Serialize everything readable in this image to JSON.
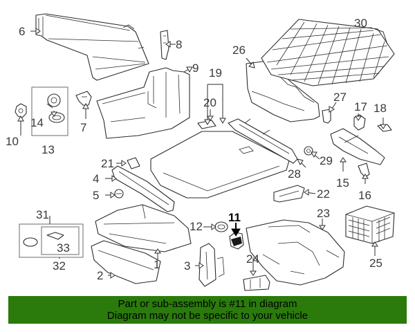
{
  "diagram": {
    "callouts": {
      "c1": "1",
      "c2": "2",
      "c3": "3",
      "c4": "4",
      "c5": "5",
      "c6": "6",
      "c7": "7",
      "c8": "8",
      "c9": "9",
      "c10": "10",
      "c11": "11",
      "c12": "12",
      "c13": "13",
      "c14": "14",
      "c15": "15",
      "c16": "16",
      "c17": "17",
      "c18": "18",
      "c19": "19",
      "c20": "20",
      "c21": "21",
      "c22": "22",
      "c23": "23",
      "c24": "24",
      "c25": "25",
      "c26": "26",
      "c27": "27",
      "c28": "28",
      "c29": "29",
      "c30": "30",
      "c31": "31",
      "c32": "32",
      "c33": "33"
    },
    "highlighted_part": "11",
    "highlight_color": "#000000"
  },
  "footer": {
    "line1": "Part or sub-assembly is #11 in diagram",
    "line2": "Diagram may not be specific to your vehicle",
    "background": "#2a7a0c"
  }
}
